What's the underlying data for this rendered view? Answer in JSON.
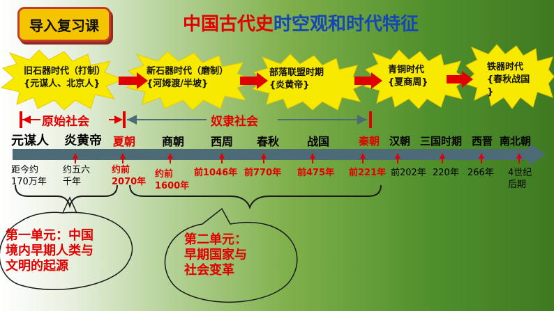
{
  "header": {
    "tag": "导入复习课",
    "title_part1": "中国古代史",
    "title_part2": "时空观和时代特征"
  },
  "eras": [
    {
      "line1": "旧石器时代（打制）",
      "line2": "{元谋人、北京人}"
    },
    {
      "line1": "新石器时代（磨制）",
      "line2": "{河姆渡/半坡}"
    },
    {
      "line1": "部落联盟时期",
      "line2": "{炎黄帝}"
    },
    {
      "line1": "青铜时代",
      "line2": "{夏商周}"
    },
    {
      "line1": "铁器时代",
      "line2": "{春秋战国",
      "line3": "}"
    }
  ],
  "societies": {
    "primitive": "原始社会",
    "slave": "奴隶社会"
  },
  "timeline": {
    "labels": [
      "元谋人",
      "炎黄帝",
      "夏朝",
      "商朝",
      "西周",
      "春秋",
      "战国",
      "秦朝",
      "汉朝",
      "三国时期",
      "西晋",
      "南北朝"
    ],
    "dates": [
      [
        "距今约",
        "170万年"
      ],
      [
        "约五六",
        "千年"
      ],
      [
        "约前",
        "2070年"
      ],
      [
        "约前",
        "1600年"
      ],
      [
        "前1046年"
      ],
      [
        "前770年"
      ],
      [
        "前475年"
      ],
      [
        "前221年"
      ],
      [
        "前202年"
      ],
      [
        "220年"
      ],
      [
        "266年"
      ],
      [
        "4世纪",
        "后期"
      ]
    ]
  },
  "units": {
    "unit1": [
      "第一单元：中国",
      "境内早期人类与",
      "文明的起源"
    ],
    "unit2": [
      "第二单元：",
      "早期国家与",
      "社会变革"
    ]
  },
  "colors": {
    "accent_red": "#e00000",
    "blue": "#1446b6",
    "burst": "#f7e900",
    "axis": "#4d6a77"
  }
}
